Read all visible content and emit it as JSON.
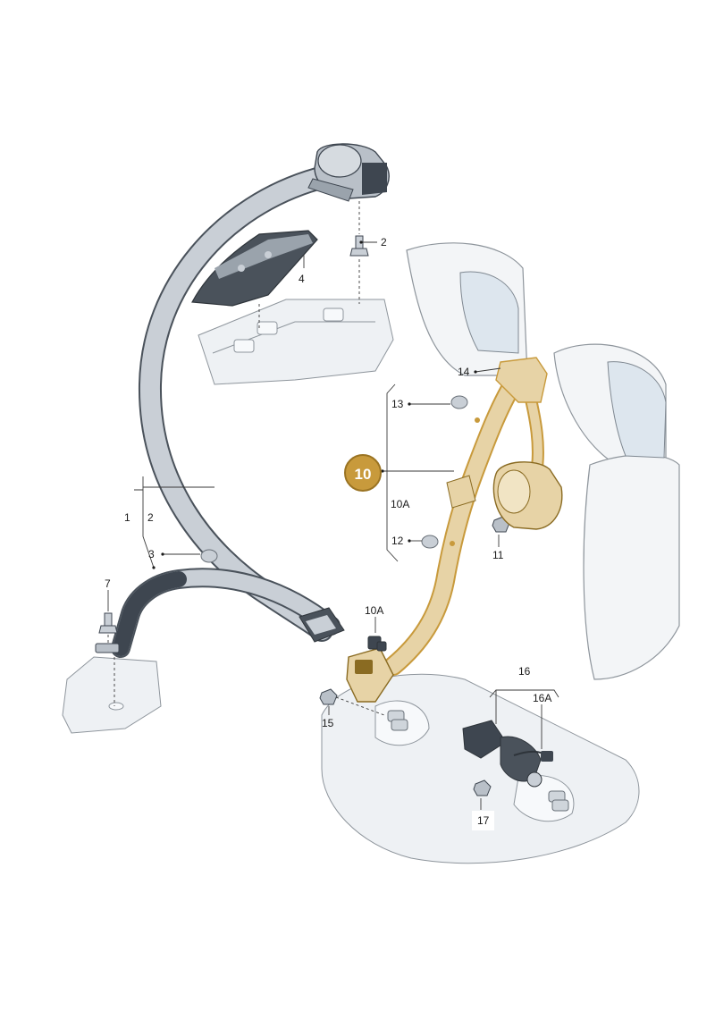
{
  "labels": {
    "l1": "1",
    "l2_top": "2",
    "l2_group": "2",
    "l3": "3",
    "l4": "4",
    "l7": "7",
    "l10": "10",
    "l10a_left": "10A",
    "l10a_lower": "10A",
    "l11": "11",
    "l12": "12",
    "l13": "13",
    "l14": "14",
    "l15": "15",
    "l16": "16",
    "l16a": "16A",
    "l17": "17"
  },
  "colors": {
    "highlight_fill": "#e7d3a6",
    "highlight_outline": "#c89a3c",
    "part_grey": "#c9cfd6",
    "part_dark": "#3e4650",
    "line": "#3a3a3a"
  }
}
